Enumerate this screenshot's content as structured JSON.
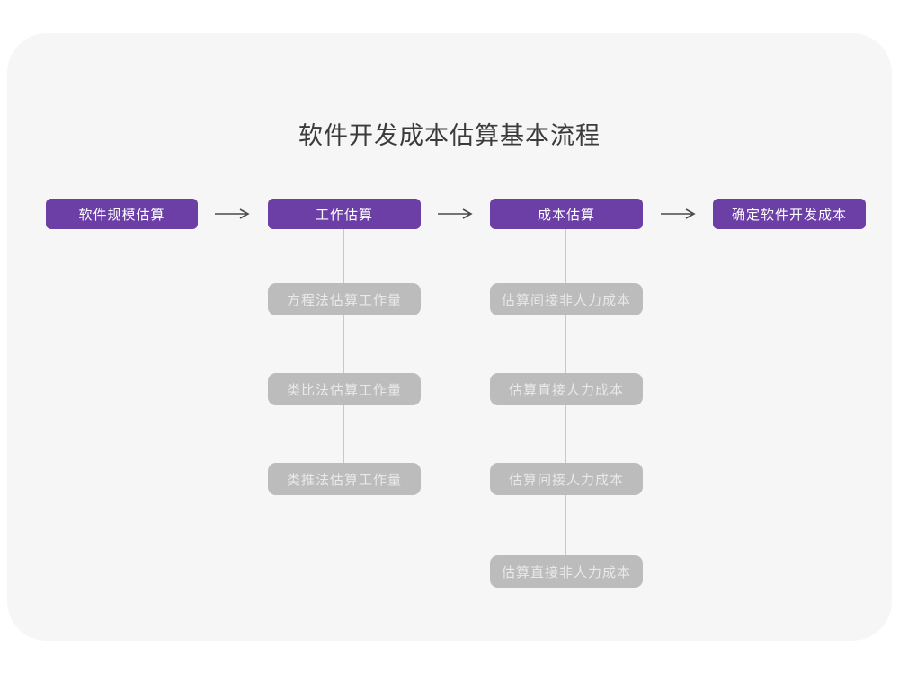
{
  "title": "软件开发成本估算基本流程",
  "stages": [
    {
      "label": "软件规模估算"
    },
    {
      "label": "工作估算"
    },
    {
      "label": "成本估算"
    },
    {
      "label": "确定软件开发成本"
    }
  ],
  "work_estimation_methods": [
    {
      "label": "方程法估算工作量"
    },
    {
      "label": "类比法估算工作量"
    },
    {
      "label": "类推法估算工作量"
    }
  ],
  "cost_estimation_steps": [
    {
      "label": "估算间接非人力成本"
    },
    {
      "label": "估算直接人力成本"
    },
    {
      "label": "估算间接人力成本"
    },
    {
      "label": "估算直接非人力成本"
    }
  ],
  "colors": {
    "stage_box": "#6B3FA5",
    "stage_text": "#FFFFFF",
    "sub_box": "#BCBCBC",
    "sub_text": "#E9E9E9",
    "card_background": "#F6F6F6",
    "page_background": "#FFFFFF",
    "arrow": "#4A4A4A",
    "connector_line": "#C9C9C9",
    "title_text": "#3B3B3B"
  }
}
